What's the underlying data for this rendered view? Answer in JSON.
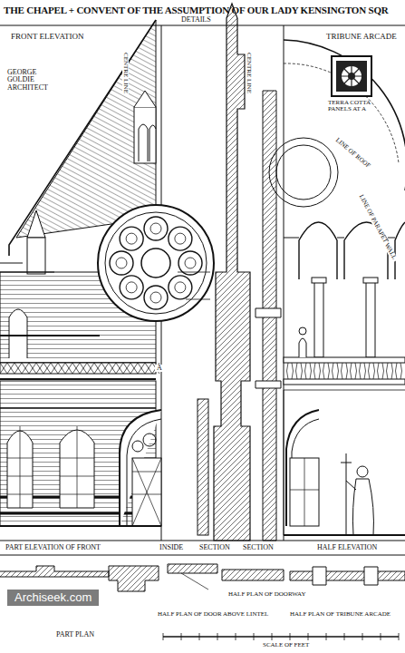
{
  "diagram": {
    "title": "THE CHAPEL + CONVENT OF THE ASSUMPTION OF OUR LADY KENSINGTON SQR",
    "labels": [
      "DETAILS",
      "FRONT ELEVATION",
      "GEORGE GOLDIE ARCHITECT",
      "TRIBUNE ARCADE",
      "TERRA COTTA PANELS AT A",
      "CENTRE LINE",
      "CENTRE LINE",
      "LINE OF ROOF",
      "LINE OF PARAPET WALL",
      "A",
      "PART ELEVATION OF FRONT",
      "INSIDE",
      "SECTION",
      "SECTION",
      "HALF ELEVATION",
      "HALF PLAN OF DOORWAY",
      "HALF PLAN OF DOOR ABOVE LINTEL",
      "HALF PLAN OF TRIBUNE ARCADE",
      "PART PLAN",
      "SCALE OF FEET",
      "Archiseek.com"
    ]
  }
}
